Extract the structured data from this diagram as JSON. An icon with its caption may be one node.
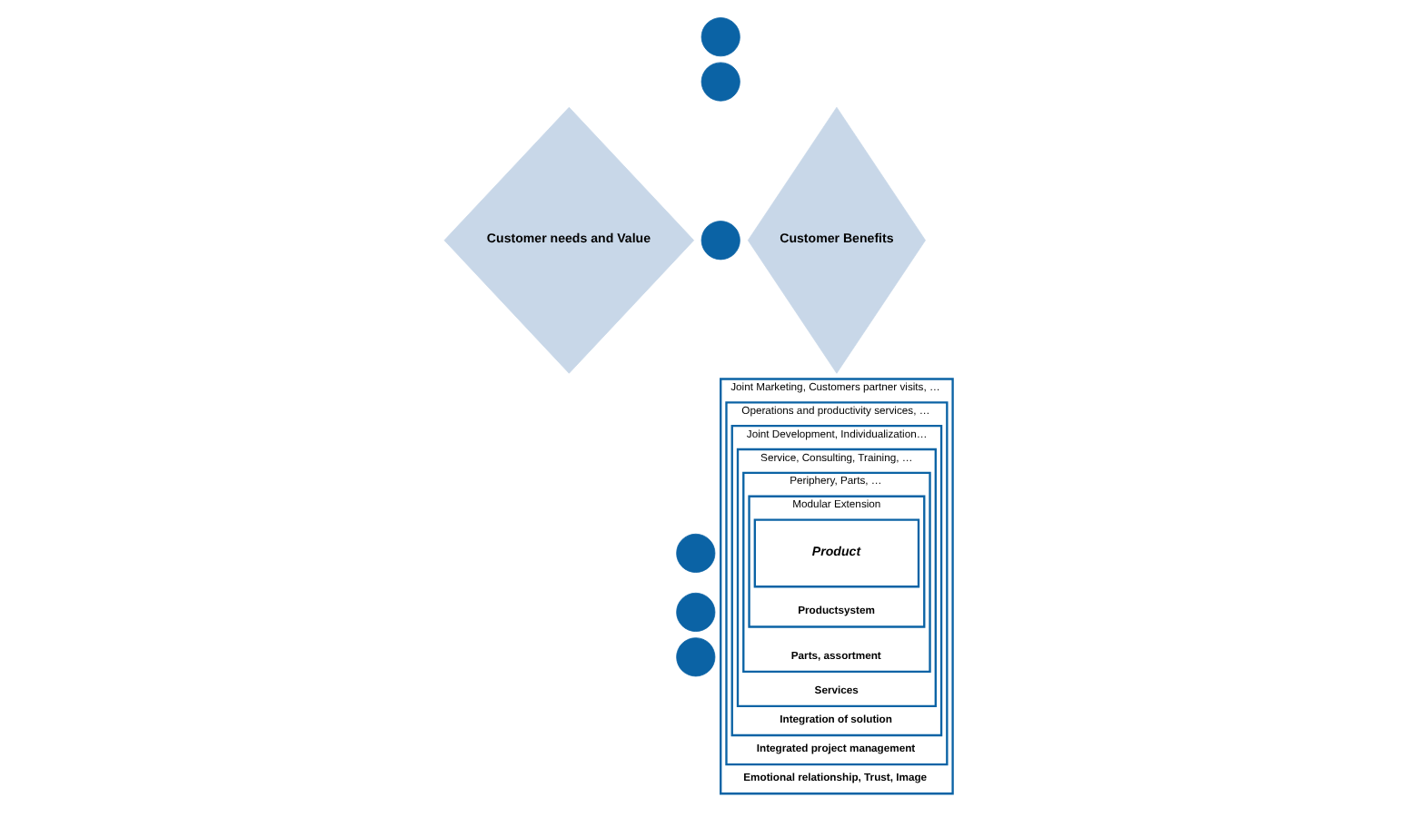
{
  "diagram": {
    "nodes": [
      {
        "text": [
          "Customer needs and Value"
        ]
      },
      {
        "text": [
          "Customer Benefits"
        ]
      },
      {
        "text": [],
        "shape": "circle"
      },
      {
        "text": [],
        "shape": "circle"
      },
      {
        "text": [],
        "shape": "circle"
      },
      {
        "text": [],
        "shape": "circle"
      },
      {
        "text": [],
        "shape": "circle"
      },
      {
        "text": [],
        "shape": "circle"
      },
      {
        "text": [
          "Joint Marketing, Customers partner visits, …",
          "Emotional relationship, Trust, Image"
        ]
      },
      {
        "text": [
          "Operations and productivity services, …",
          "Integrated project management"
        ],
        "in": 8
      },
      {
        "text": [
          "Joint Development, Individualization…",
          "Integration of solution"
        ],
        "in": 9
      },
      {
        "text": [
          "Service, Consulting, Training, …",
          "Services"
        ],
        "in": 10
      },
      {
        "text": [
          "Periphery, Parts, …",
          "Parts, assortment"
        ],
        "in": 11
      },
      {
        "text": [
          "Modular Extension",
          "Productsystem"
        ],
        "in": 12
      },
      {
        "text": [
          "Product"
        ],
        "in": 13
      }
    ],
    "edges": []
  }
}
